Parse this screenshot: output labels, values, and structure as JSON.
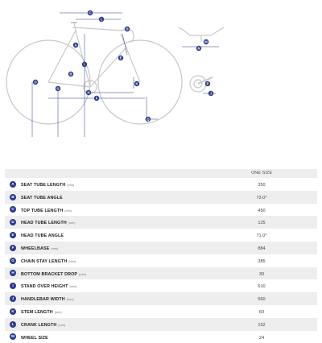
{
  "table": {
    "size_header": "ONE SIZE",
    "rows": [
      {
        "key": "A",
        "name": "SEAT TUBE LENGTH",
        "unit": "(mm)",
        "value": "350"
      },
      {
        "key": "B",
        "name": "SEAT TUBE ANGLE",
        "unit": "",
        "value": "73.0°"
      },
      {
        "key": "C",
        "name": "TOP TUBE LENGTH",
        "unit": "(mm)",
        "value": "450"
      },
      {
        "key": "D",
        "name": "HEAD TUBE LENGTH",
        "unit": "(mm)",
        "value": "125"
      },
      {
        "key": "E",
        "name": "HEAD TUBE ANGLE",
        "unit": "",
        "value": "71.0°"
      },
      {
        "key": "F",
        "name": "WHEELBASE",
        "unit": "(mm)",
        "value": "884"
      },
      {
        "key": "G",
        "name": "CHAIN STAY LENGTH",
        "unit": "(mm)",
        "value": "385"
      },
      {
        "key": "H",
        "name": "BOTTOM BRACKET DROP",
        "unit": "(mm)",
        "value": "30"
      },
      {
        "key": "I",
        "name": "STAND OVER HEIGHT",
        "unit": "(mm)",
        "value": "610"
      },
      {
        "key": "J",
        "name": "HANDLEBAR WIDTH",
        "unit": "(mm)",
        "value": "560"
      },
      {
        "key": "K",
        "name": "STEM LENGTH",
        "unit": "(mm)",
        "value": "60"
      },
      {
        "key": "L",
        "name": "CRANK LENGTH",
        "unit": "(mm)",
        "value": "152"
      },
      {
        "key": "M",
        "name": "WHEEL SIZE",
        "unit": "",
        "value": "24"
      }
    ]
  },
  "diagram": {
    "marker_letters": [
      "A",
      "B",
      "C",
      "D",
      "E",
      "F",
      "G",
      "H",
      "I",
      "J",
      "K",
      "L",
      "M",
      "N",
      "O",
      "P",
      "Q"
    ],
    "accent_color": "#2b3a8c",
    "frame_color": "#c8c8cc"
  }
}
